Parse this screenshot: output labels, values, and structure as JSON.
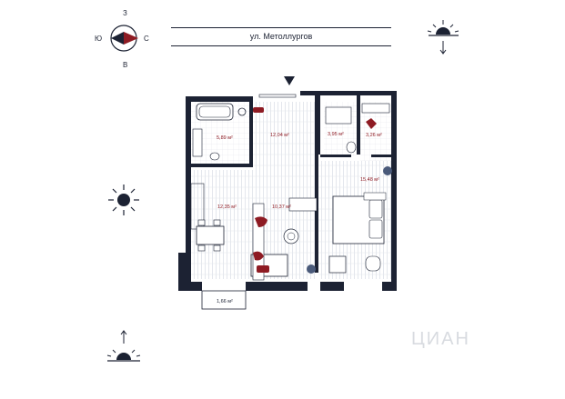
{
  "compass": {
    "north": "З",
    "south": "В",
    "west": "Ю",
    "east": "С"
  },
  "street": {
    "name": "ул. Метоллургов"
  },
  "rooms": [
    {
      "id": "bathroom",
      "area": "5,89 м²"
    },
    {
      "id": "hallway",
      "area": "12,04 м²"
    },
    {
      "id": "wardrobe",
      "area": "3,95 м²"
    },
    {
      "id": "wc",
      "area": "3,26 м²"
    },
    {
      "id": "bedroom",
      "area": "15,48 м²"
    },
    {
      "id": "kitchen",
      "area": "12,35 м²"
    },
    {
      "id": "living",
      "area": "10,37 м²"
    },
    {
      "id": "balcony",
      "area": "1,66 м²"
    }
  ],
  "watermark": "ЦИАН",
  "colors": {
    "wall": "#1c2233",
    "accent": "#8e1b23",
    "floor": "#d9dde6"
  },
  "icons": [
    "compass-icon",
    "sunset-icon",
    "sun-icon",
    "sunrise-icon",
    "entrance-arrow-icon"
  ]
}
